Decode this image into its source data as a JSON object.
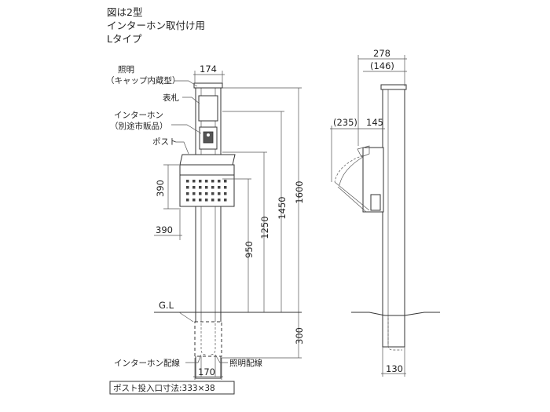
{
  "title": {
    "line1": "図は2型",
    "line2": "インターホン取付け用",
    "line3": "Lタイプ"
  },
  "labels": {
    "light": "照明",
    "light_sub": "（キャップ内蔵型）",
    "nameplate": "表札",
    "intercom": "インターホン",
    "intercom_sub": "（別途市販品）",
    "post": "ポスト",
    "gl": "G.L",
    "intercom_wiring": "インターホン配線",
    "light_wiring": "照明配線"
  },
  "dimensions": {
    "top_width": "174",
    "post_height": "390",
    "post_width": "390",
    "h950": "950",
    "h1250": "1250",
    "h1450": "1450",
    "h1600": "1600",
    "h300": "300",
    "base_width": "170",
    "side_depth": "278",
    "side_depth_sub": "(146)",
    "side_235": "(235)",
    "side_145": "145",
    "side_base": "130"
  },
  "footer": {
    "slot_size": "ポスト投入口寸法:333×38"
  }
}
